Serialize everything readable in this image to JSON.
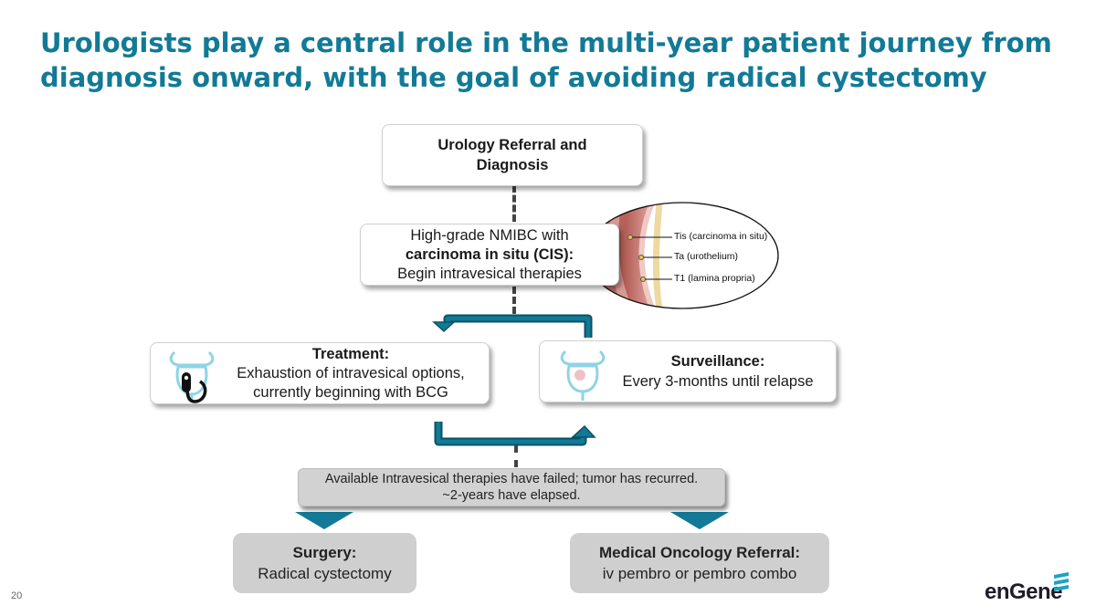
{
  "title": "Urologists play a central role in the multi-year patient journey from diagnosis onward, with the goal of avoiding radical cystectomy",
  "referral": {
    "line1": "Urology Referral and",
    "line2": "Diagnosis"
  },
  "nmibc": {
    "line1": "High-grade NMIBC with",
    "line2": "carcinoma in situ (CIS):",
    "line3": "Begin intravesical therapies"
  },
  "bladder_diagram": {
    "labels": [
      "Tis (carcinoma in situ)",
      "Ta (urothelium)",
      "T1 (lamina propria)"
    ]
  },
  "treatment": {
    "heading": "Treatment:",
    "line1": "Exhaustion of intravesical options,",
    "line2": "currently beginning with BCG"
  },
  "surveillance": {
    "heading": "Surveillance:",
    "line1": "Every 3-months until relapse"
  },
  "failure": {
    "line1": "Available Intravesical therapies have failed; tumor has recurred.",
    "line2": "~2-years have elapsed."
  },
  "surgery": {
    "heading": "Surgery:",
    "line1": "Radical cystectomy"
  },
  "oncology": {
    "heading": "Medical Oncology Referral:",
    "line1": "iv pembro or pembro combo"
  },
  "page_number": "20",
  "logo": "enGene",
  "colors": {
    "title": "#127a96",
    "arrow": "#127a96",
    "gray_box": "#cfcfcf",
    "bladder_icon": "#8fd3e6"
  },
  "icons": [
    "bladder-icon",
    "catheter-icon",
    "bladder-tumor-icon",
    "bladder-cross-section"
  ]
}
